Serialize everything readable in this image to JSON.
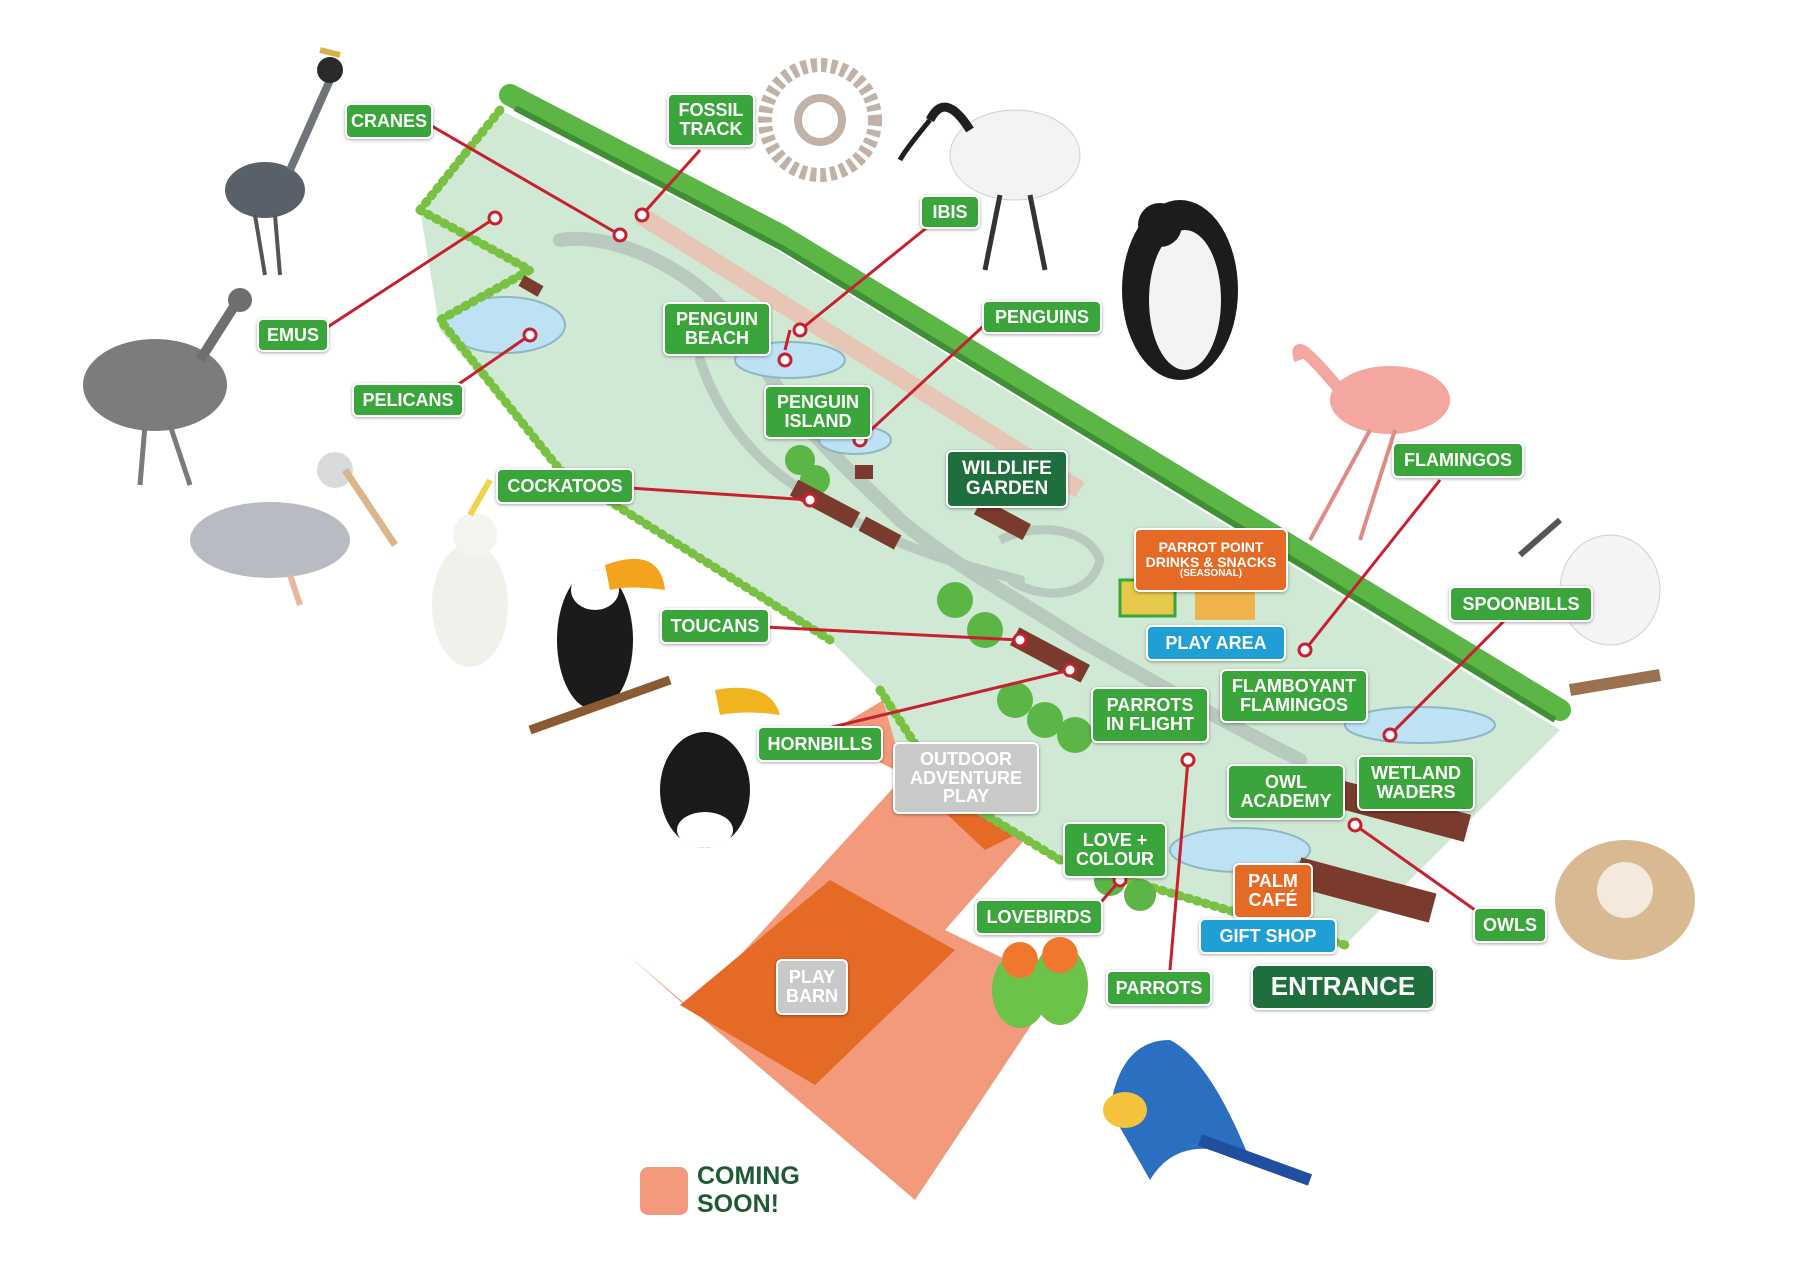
{
  "map": {
    "colors": {
      "park_fill": "#cfe9d4",
      "hedge": "#79c143",
      "tree": "#5cb646",
      "path": "#b8c9bd",
      "pond": "#bde2f3",
      "building": "#7a3b2e",
      "connector": "#c8202f",
      "coming_soon_light": "#f39a7c",
      "coming_soon_dark": "#e56a25",
      "label_green": "#3aa53a",
      "label_dark_green": "#1f6e3e",
      "label_orange": "#e56a25",
      "label_blue": "#1f9fd3",
      "label_grey": "#c9c9c9"
    },
    "labels": {
      "cranes": [
        "CRANES"
      ],
      "fossil_track": [
        "FOSSIL",
        "TRACK"
      ],
      "ibis": [
        "IBIS"
      ],
      "emus": [
        "EMUS"
      ],
      "penguin_beach": [
        "PENGUIN",
        "BEACH"
      ],
      "penguins": [
        "PENGUINS"
      ],
      "pelicans": [
        "PELICANS"
      ],
      "penguin_island": [
        "PENGUIN",
        "ISLAND"
      ],
      "wildlife_garden": [
        "WILDLIFE",
        "GARDEN"
      ],
      "cockatoos": [
        "COCKATOOS"
      ],
      "flamingos": [
        "FLAMINGOS"
      ],
      "parrot_point": [
        "PARROT POINT",
        "DRINKS & SNACKS"
      ],
      "parrot_point_note": "(SEASONAL)",
      "spoonbills": [
        "SPOONBILLS"
      ],
      "toucans": [
        "TOUCANS"
      ],
      "play_area": [
        "PLAY AREA"
      ],
      "flamboyant_flamingos": [
        "FLAMBOYANT",
        "FLAMINGOS"
      ],
      "parrots_in_flight": [
        "PARROTS",
        "IN FLIGHT"
      ],
      "hornbills": [
        "HORNBILLS"
      ],
      "outdoor_adventure_play": [
        "OUTDOOR",
        "ADVENTURE",
        "PLAY"
      ],
      "owl_academy": [
        "OWL",
        "ACADEMY"
      ],
      "wetland_waders": [
        "WETLAND",
        "WADERS"
      ],
      "love_colour": [
        "LOVE +",
        "COLOUR"
      ],
      "palm_cafe": [
        "PALM",
        "CAFÉ"
      ],
      "lovebirds": [
        "LOVEBIRDS"
      ],
      "gift_shop": [
        "GIFT SHOP"
      ],
      "owls": [
        "OWLS"
      ],
      "play_barn": [
        "PLAY",
        "BARN"
      ],
      "parrots": [
        "PARROTS"
      ],
      "entrance": [
        "ENTRANCE"
      ]
    },
    "legend": {
      "coming_soon": [
        "COMING",
        "SOON!"
      ]
    },
    "animal_icons": [
      "crowned-crane",
      "ammonite-fossil",
      "ibis",
      "african-penguin",
      "emu",
      "flamingo",
      "pelican",
      "cockatoo",
      "toucan",
      "spoonbill",
      "hornbill",
      "barn-owl",
      "lovebirds",
      "macaw"
    ]
  }
}
